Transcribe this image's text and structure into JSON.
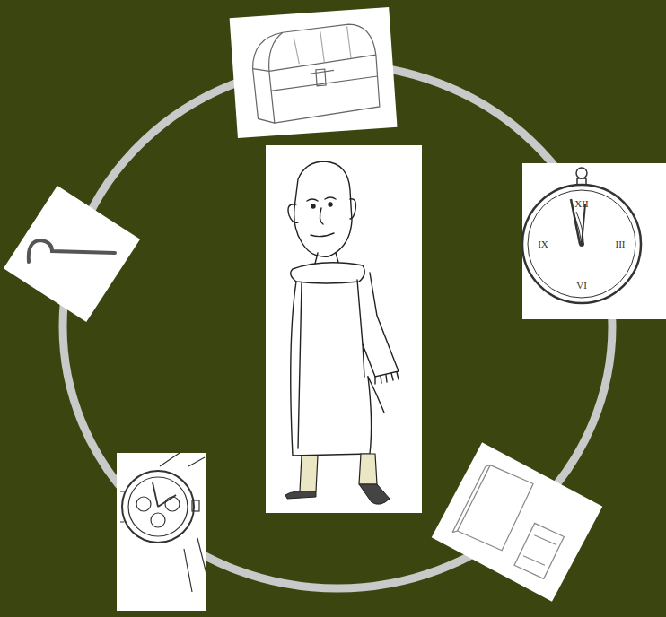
{
  "diagram": {
    "labels": [
      "XII",
      "III",
      "VI",
      "IX"
    ]
  }
}
